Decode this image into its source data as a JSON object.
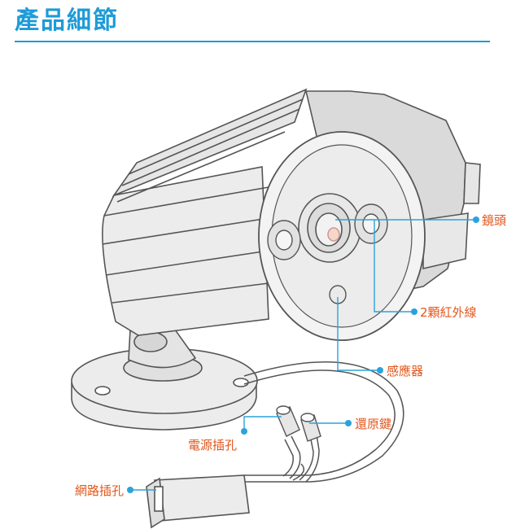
{
  "header": {
    "title": "產品細節",
    "accent": "#1e9bd7"
  },
  "callouts": {
    "lens": "鏡頭",
    "ir": "2顆紅外線",
    "sensor": "感應器",
    "reset": "還原鍵",
    "power": "電源插孔",
    "network": "網路插孔"
  },
  "colors": {
    "leader": "#2aa3dc",
    "label": "#e2561c",
    "outline": "#555555",
    "fill": "#ececec",
    "shade": "#d9d9d9"
  }
}
